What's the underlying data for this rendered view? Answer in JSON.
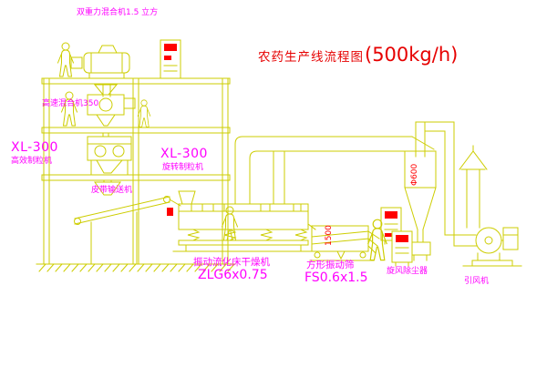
{
  "title": {
    "main": "农药生产线流程图",
    "capacity": "(500kg/h)"
  },
  "labels": {
    "top_mixer": "双重力混合机1.5 立方",
    "high_speed_mixer": "高速混合机350",
    "granulator_left_model": "XL-300",
    "granulator_left_name": "高效制粒机",
    "granulator_right_model": "XL-300",
    "granulator_right_name": "旋转制粒机",
    "belt_conveyor": "皮带输送机",
    "dryer_name": "振动流化床干燥机",
    "dryer_model": "ZLG6x0.75",
    "screen_name": "方形振动筛",
    "screen_model": "FS0.6x1.5",
    "cyclone": "旋风除尘器",
    "fan": "引风机"
  },
  "annotations": {
    "cyclone_diameter": "Φ600",
    "screen_width": "1500"
  },
  "colors": {
    "linework": "#cdcd00",
    "labels": "#ff00ff",
    "title": "#e60000",
    "annotations": "#ff0000"
  }
}
